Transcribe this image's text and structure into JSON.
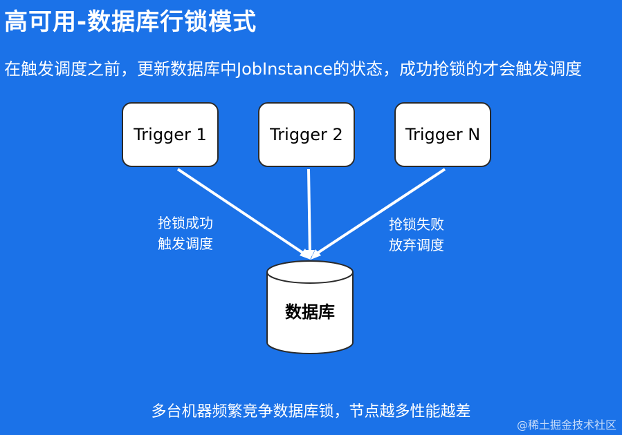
{
  "title": "高可用-数据库行锁模式",
  "subtitle": "在触发调度之前，更新数据库中JobInstance的状态，成功抢锁的才会触发调度",
  "triggers": [
    {
      "label": "Trigger 1"
    },
    {
      "label": "Trigger 2"
    },
    {
      "label": "Trigger N"
    }
  ],
  "edge_labels": {
    "left_line1": "抢锁成功",
    "left_line2": "触发调度",
    "right_line1": "抢锁失败",
    "right_line2": "放弃调度"
  },
  "database_label": "数据库",
  "footer": "多台机器频繁竞争数据库锁，节点越多性能越差",
  "watermark": "@稀土掘金技术社区"
}
